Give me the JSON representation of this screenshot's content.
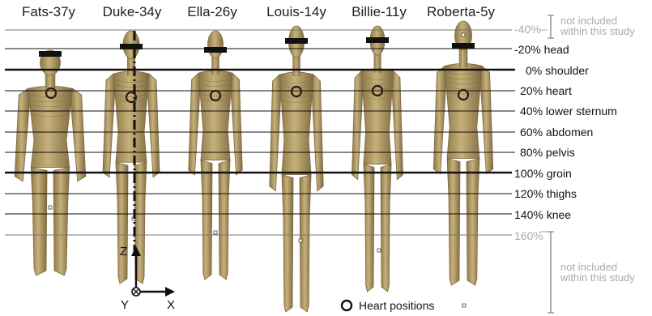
{
  "figure": {
    "phantoms": [
      {
        "id": "fats",
        "label": "Fats-37y"
      },
      {
        "id": "duke",
        "label": "Duke-34y"
      },
      {
        "id": "ella",
        "label": "Ella-26y"
      },
      {
        "id": "louis",
        "label": "Louis-14y"
      },
      {
        "id": "billie",
        "label": "Billie-11y"
      },
      {
        "id": "roberta",
        "label": "Roberta-5y"
      }
    ],
    "levels": [
      {
        "id": "m40",
        "text": "-40%",
        "name": "",
        "included": false
      },
      {
        "id": "m20",
        "text": "-20%",
        "name": "head",
        "included": true
      },
      {
        "id": "p0",
        "text": "0%",
        "name": "shoulder",
        "included": true
      },
      {
        "id": "p20",
        "text": "20%",
        "name": "heart",
        "included": true
      },
      {
        "id": "p40",
        "text": "40%",
        "name": "lower sternum",
        "included": true
      },
      {
        "id": "p60",
        "text": "60%",
        "name": "abdomen",
        "included": true
      },
      {
        "id": "p80",
        "text": "80%",
        "name": "pelvis",
        "included": true
      },
      {
        "id": "p100",
        "text": "100%",
        "name": "groin",
        "included": true
      },
      {
        "id": "p120",
        "text": "120%",
        "name": "thighs",
        "included": true
      },
      {
        "id": "p140",
        "text": "140%",
        "name": "knee",
        "included": true
      },
      {
        "id": "p160",
        "text": "160%",
        "name": "",
        "included": false
      }
    ],
    "notes": {
      "top_line1": "not included",
      "top_line2": "within this study",
      "bottom_line1": "not included",
      "bottom_line2": "within this study"
    },
    "axes": {
      "z": "Z",
      "y": "Y",
      "x": "X"
    },
    "legend": {
      "heart": "Heart positions"
    },
    "colors": {
      "skin": "#b39a63",
      "skin_dark": "#7d6a3f",
      "grey_text": "#aaaaaa",
      "line": "#111111"
    }
  }
}
